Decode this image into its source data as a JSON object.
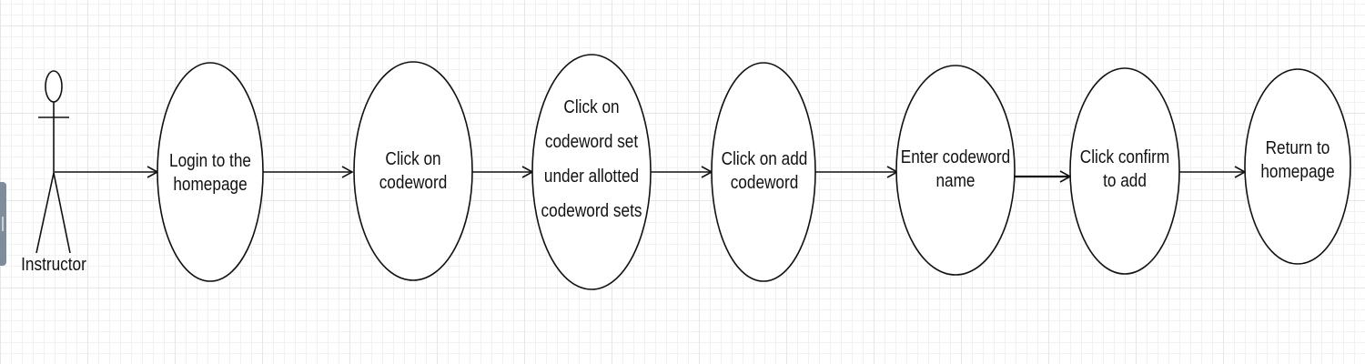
{
  "actor": {
    "label": "Instructor"
  },
  "use_cases": [
    {
      "label": "Login to the\nhomepage"
    },
    {
      "label": "Click on\ncodeword"
    },
    {
      "label": "Click on\ncodeword set\nunder allotted\ncodeword sets"
    },
    {
      "label": "Click on add\ncodeword"
    },
    {
      "label": "Enter codeword\nname"
    },
    {
      "label": "Click confirm\nto add"
    },
    {
      "label": "Return to\nhomepage"
    }
  ],
  "colors": {
    "stroke": "#111111",
    "grid": "#e6e6e6",
    "panel_tab": "#7f8c99"
  }
}
